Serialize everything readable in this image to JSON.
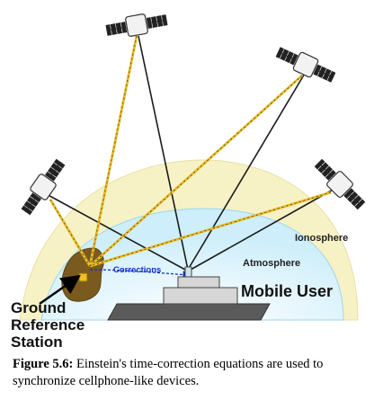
{
  "diagram": {
    "labels": {
      "ionosphere": "Ionosphere",
      "atmosphere": "Atmosphere",
      "mobile_user": "Mobile User",
      "corrections": "Corrections",
      "ground_line1": "Ground",
      "ground_line2": "Reference",
      "ground_line3": "Station"
    }
  },
  "caption": {
    "figure_label": "Figure 5.6:",
    "text": "Einstein's time-correction equations are used to synchronize cellphone-like devices."
  },
  "colors": {
    "ionosphere_band": "#f6f2c6",
    "atmosphere_band": "#d2effa",
    "inner_sky": "#eafaff",
    "ground_blob": "#7a5a1e",
    "ship_hull": "#5a5a5a",
    "ship_deck": "#cfcfcf",
    "signal_line": "#e8bb2a",
    "dark_line": "#1b1b1b",
    "corrections_link": "#1530c8"
  }
}
